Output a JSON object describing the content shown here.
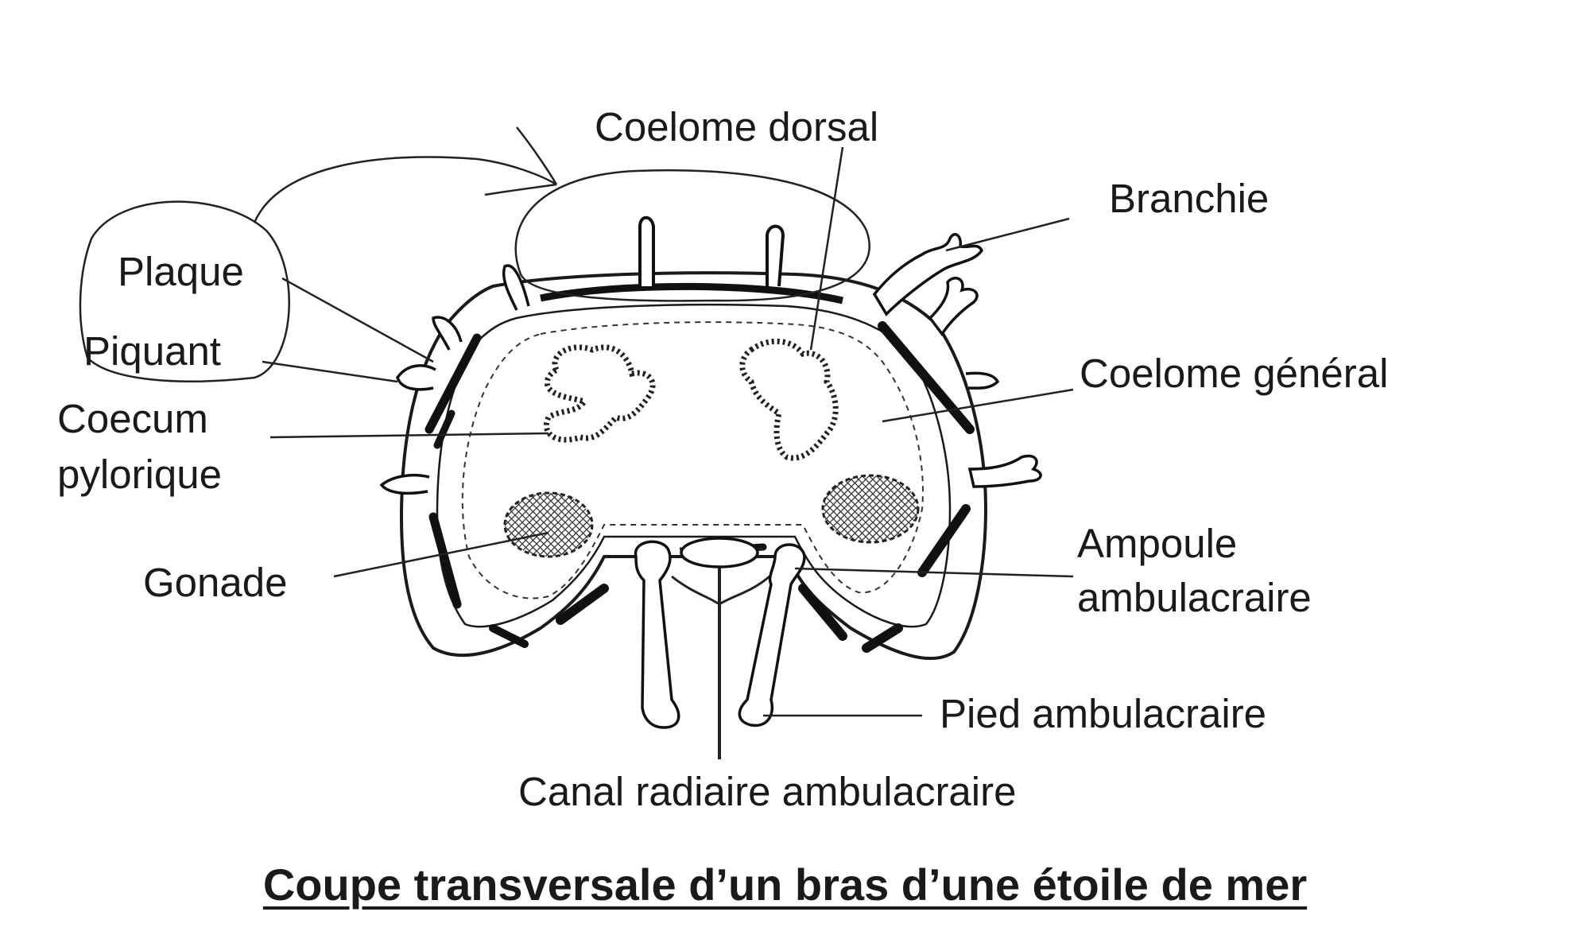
{
  "diagram": {
    "title": "Coupe transversale d’un bras d’une étoile de mer",
    "labels": {
      "coelome_dorsal": "Coelome dorsal",
      "branchie": "Branchie",
      "plaque": "Plaque",
      "piquant": "Piquant",
      "coelome_general": "Coelome général",
      "coecum_line1": "Coecum",
      "coecum_line2": "pylorique",
      "gonade": "Gonade",
      "ampoule_line1": "Ampoule",
      "ampoule_line2": "ambulacraire",
      "pied": "Pied ambulacraire",
      "canal": "Canal radiaire ambulacraire"
    }
  }
}
